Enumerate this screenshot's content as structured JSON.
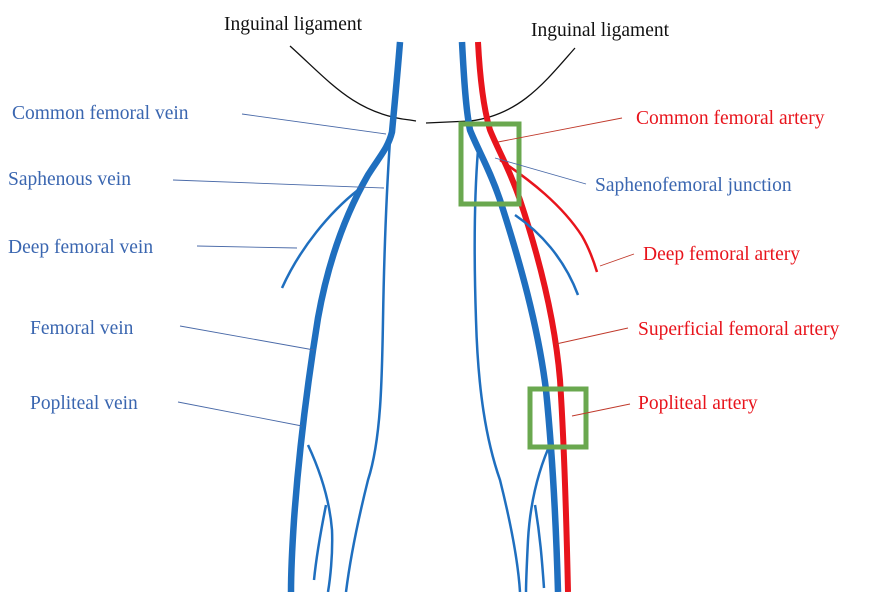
{
  "colors": {
    "vein": "#1f6fbf",
    "artery": "#e8141c",
    "ligament": "#111111",
    "vein_label": "#3a66b0",
    "artery_label": "#e8141c",
    "box": "#6aa84f",
    "leader_vein": "#4a6aa8",
    "leader_artery": "#c0392b"
  },
  "labels": {
    "left_ligament": "Inguinal ligament",
    "right_ligament": "Inguinal ligament",
    "common_femoral_vein": "Common femoral vein",
    "saphenous_vein": "Saphenous vein",
    "deep_femoral_vein": "Deep femoral vein",
    "femoral_vein": "Femoral vein",
    "popliteal_vein": "Popliteal vein",
    "common_femoral_artery": "Common femoral artery",
    "saphenofemoral_junction": "Saphenofemoral junction",
    "deep_femoral_artery": "Deep femoral artery",
    "superficial_femoral_artery": "Superficial femoral artery",
    "popliteal_artery": "Popliteal artery"
  }
}
